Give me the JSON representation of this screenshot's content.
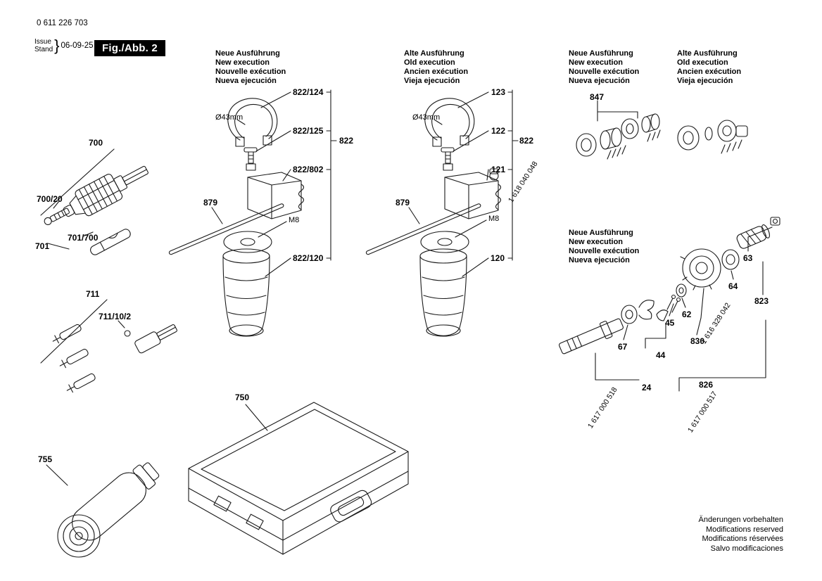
{
  "doc": {
    "part_number": "0 611 226 703",
    "issue": "Issue",
    "stand": "Stand",
    "brace": "}",
    "date": "06-09-25",
    "figure": "Fig./Abb. 2"
  },
  "exec_new": [
    "Neue Ausführung",
    "New execution",
    "Nouvelle exécution",
    "Nueva ejecución"
  ],
  "exec_old": [
    "Alte Ausführung",
    "Old execution",
    "Ancien exécution",
    "Vieja ejecución"
  ],
  "labels": {
    "p700": "700",
    "p700_20": "700/20",
    "p701": "701",
    "p701_700": "701/700",
    "p711": "711",
    "p711_10_2": "711/10/2",
    "p750": "750",
    "p755": "755",
    "p822": "822",
    "p822_124": "822/124",
    "p822_125": "822/125",
    "p822_802": "822/802",
    "p822_120": "822/120",
    "p879": "879",
    "m8": "M8",
    "dia43": "Ø43mm",
    "p120": "120",
    "p121": "121",
    "p122": "122",
    "p123": "123",
    "p847": "847",
    "p24": "24",
    "p44": "44",
    "p45": "45",
    "p62": "62",
    "p63": "63",
    "p64": "64",
    "p67": "67",
    "p823": "823",
    "p826": "826",
    "p830": "830",
    "code_1618040048": "1 618 040 048",
    "code_1616328042": "1 616 328 042",
    "code_1617000518": "1 617 000 518",
    "code_1617000517": "1 617 000 517"
  },
  "footer": [
    "Änderungen vorbehalten",
    "Modifications reserved",
    "Modifications réservées",
    "Salvo modificaciones"
  ]
}
